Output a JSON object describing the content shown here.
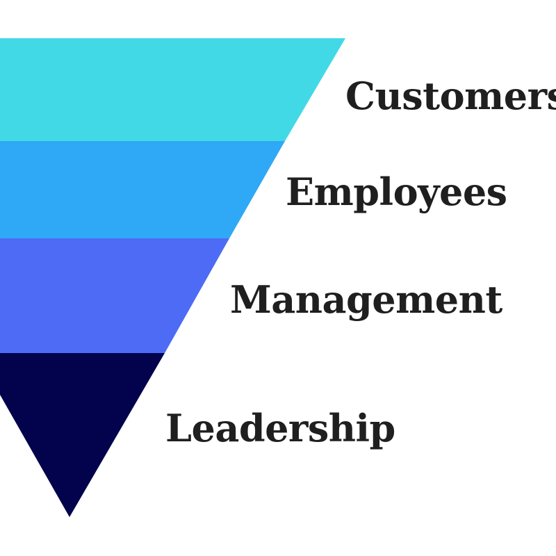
{
  "diagram": {
    "type": "inverted-pyramid",
    "tiers": [
      {
        "label": "Customers",
        "color": "#42d9e6"
      },
      {
        "label": "Employees",
        "color": "#2fa8f5"
      },
      {
        "label": "Management",
        "color": "#4d6bf5"
      },
      {
        "label": "Leadership",
        "color": "#03034d"
      }
    ]
  }
}
